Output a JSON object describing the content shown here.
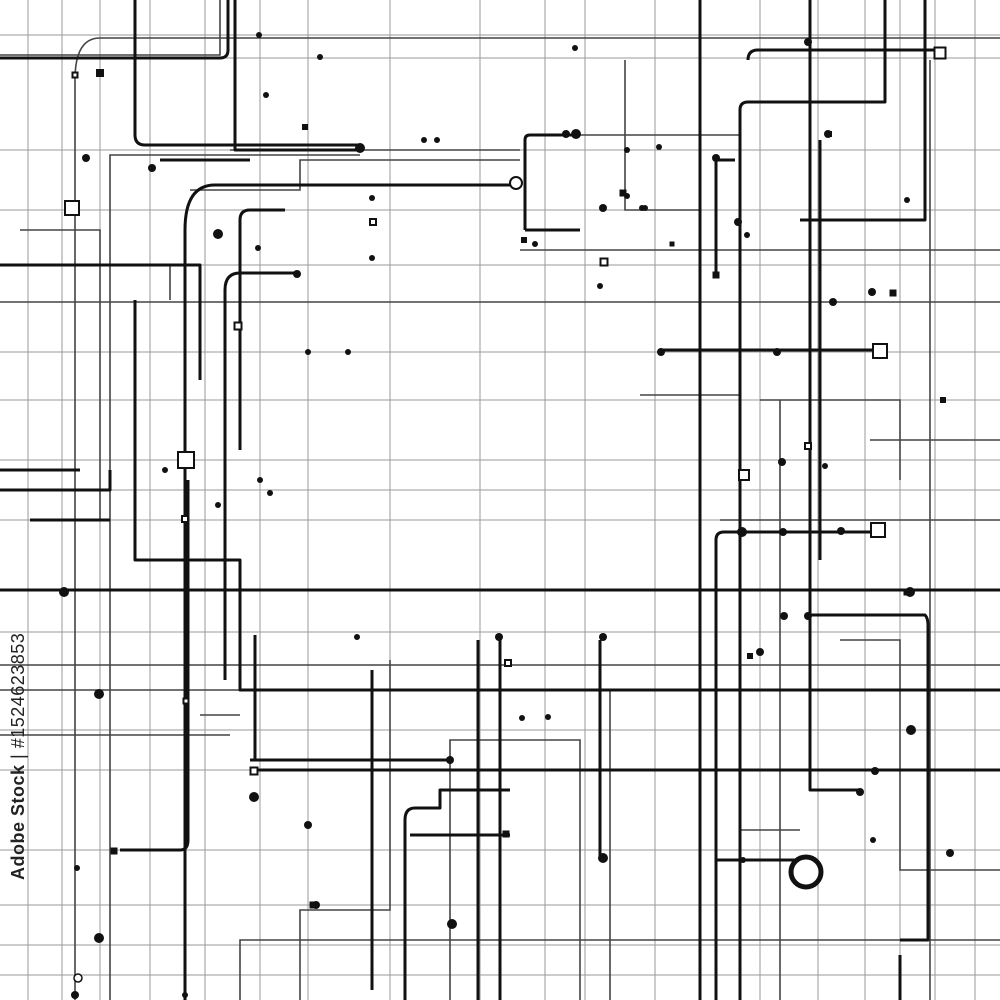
{
  "colors": {
    "background": "#ffffff",
    "trace_dark": "#111111",
    "trace_mid": "#444444",
    "trace_light": "#9a9a9a"
  },
  "watermark": {
    "brand": "Adobe Stock",
    "separator": " | ",
    "id": "#1524623853"
  },
  "artwork": {
    "icon": "circuit-board-pattern"
  }
}
